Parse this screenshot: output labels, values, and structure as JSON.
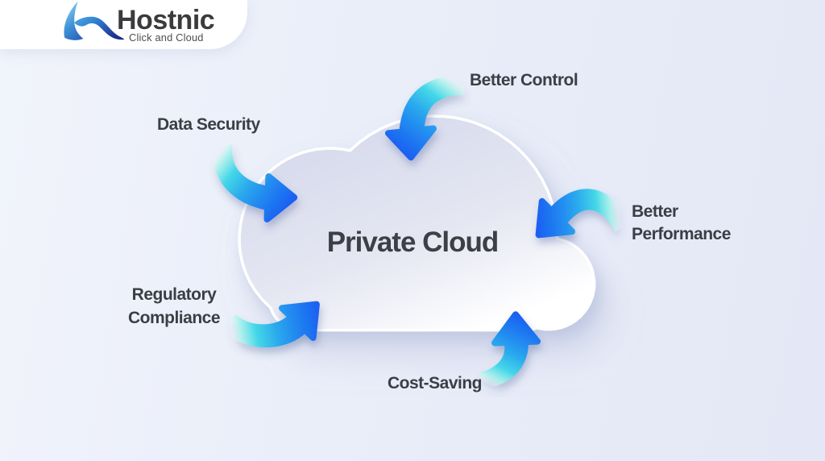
{
  "title": "Private Cloud",
  "logo": {
    "brand": "Hostnic",
    "tagline": "Click and Cloud",
    "icon": "hostnic-wave-logo"
  },
  "benefits": [
    {
      "id": "better-control",
      "label": "Better Control",
      "lines": [
        "Better Control"
      ],
      "arrow": "curved-arrow-into-cloud-top"
    },
    {
      "id": "data-security",
      "label": "Data Security",
      "lines": [
        "Data Security"
      ],
      "arrow": "curved-arrow-into-cloud-left"
    },
    {
      "id": "better-performance",
      "label": "Better Performance",
      "lines": [
        "Better",
        "Performance"
      ],
      "arrow": "curved-arrow-into-cloud-right"
    },
    {
      "id": "regulatory-compliance",
      "label": "Regulatory Compliance",
      "lines": [
        "Regulatory",
        "Compliance"
      ],
      "arrow": "curved-arrow-into-cloud-bottom-left"
    },
    {
      "id": "cost-saving",
      "label": "Cost-Saving",
      "lines": [
        "Cost-Saving"
      ],
      "arrow": "curved-arrow-into-cloud-bottom"
    }
  ],
  "colors": {
    "background_start": "#f1f4fb",
    "background_end": "#e3e7f5",
    "cloud_fill_top": "#d4d7ea",
    "cloud_fill_bottom": "#ffffff",
    "cloud_rim": "#ffffff",
    "arrow_cyan": "#4fdfe7",
    "arrow_blue": "#1b63f2",
    "label_text": "#3a3e45",
    "title_text": "#3c3f46",
    "brand_text": "#3b3b3e",
    "tagline_text": "#4d4d50",
    "logo_card_bg": "#ffffff",
    "logo_wave_light": "#5ab4e6",
    "logo_wave_dark": "#203a92"
  }
}
